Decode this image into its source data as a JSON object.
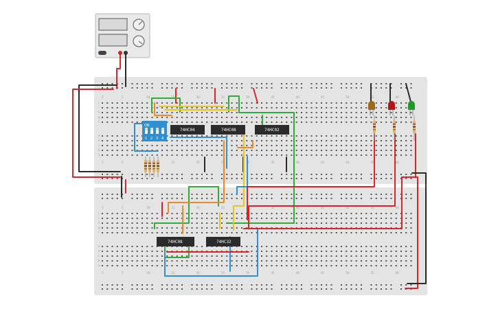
{
  "chips": [
    {
      "id": "u1",
      "label": "74HC04"
    },
    {
      "id": "u2",
      "label": "74HC08"
    },
    {
      "id": "u3",
      "label": "74HC02"
    },
    {
      "id": "u4",
      "label": "74HC08"
    },
    {
      "id": "u5",
      "label": "74HC32"
    }
  ],
  "dip_switch": {
    "on_label": "ON",
    "positions": [
      "1",
      "2",
      "3",
      "4"
    ]
  },
  "breadboard_top": {
    "column_numbers": [
      "1",
      "5",
      "10",
      "15",
      "20",
      "25",
      "30",
      "35",
      "40",
      "45",
      "50",
      "55",
      "60"
    ],
    "rows_upper": [
      "j",
      "i",
      "h",
      "g",
      "f"
    ],
    "rows_lower": [
      "e",
      "d",
      "c",
      "b",
      "a"
    ]
  },
  "breadboard_bottom": {
    "column_numbers": [
      "1",
      "5",
      "10",
      "15",
      "20",
      "25",
      "30",
      "35",
      "40",
      "45",
      "50",
      "55",
      "60"
    ],
    "rows_upper": [
      "j",
      "i",
      "h",
      "g",
      "f"
    ],
    "rows_lower": [
      "e",
      "d",
      "c",
      "b",
      "a"
    ]
  },
  "leds": [
    {
      "color": "#9a6a1a"
    },
    {
      "color": "#b01818"
    },
    {
      "color": "#1e9a2a"
    }
  ],
  "colors": {
    "wire_red": "#d4262b",
    "wire_black": "#2a2a2a",
    "wire_green": "#35a83a",
    "wire_orange": "#e8892a",
    "wire_yellow": "#e8c51d",
    "wire_blue": "#2f8fd0",
    "chip": "#2b2b2b",
    "dip": "#2f8fd0",
    "breadboard": "#e4e4e4"
  }
}
